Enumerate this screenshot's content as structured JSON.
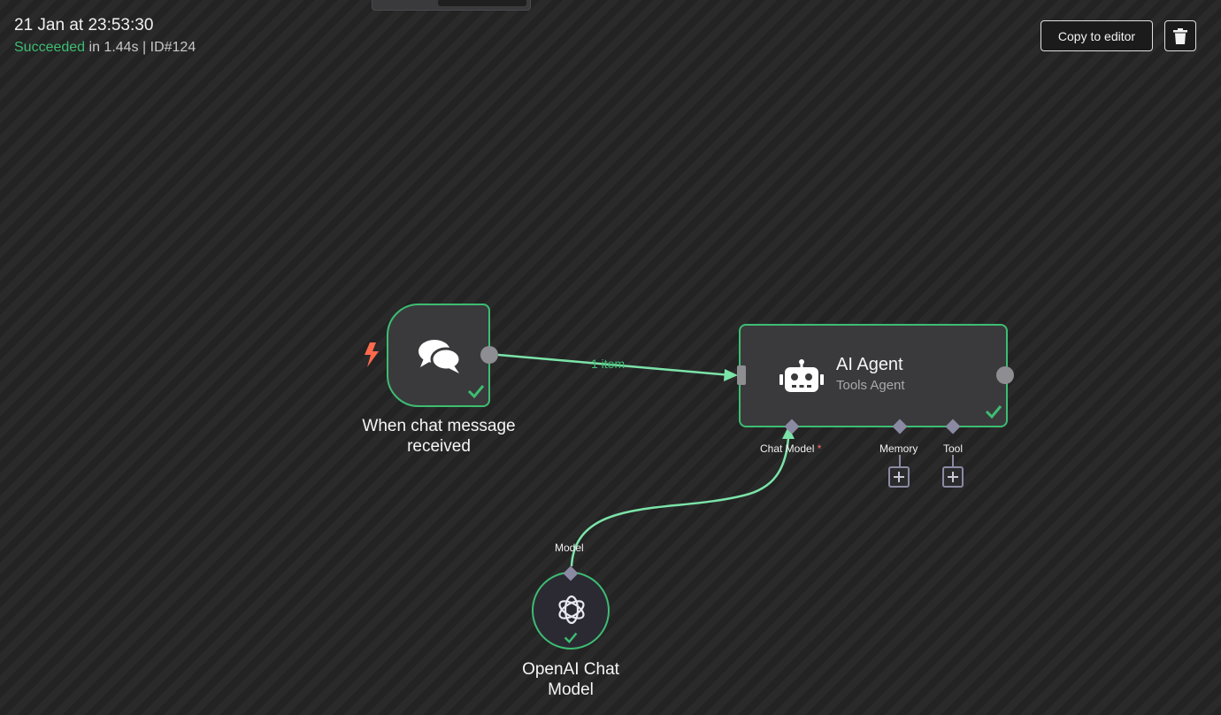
{
  "execution": {
    "date": "21 Jan at 23:53:30",
    "status": "Succeeded",
    "duration": "in 1.44s",
    "separator": "|",
    "id": "ID#124"
  },
  "toolbar": {
    "copy_label": "Copy to editor",
    "delete_icon": "trash-icon"
  },
  "nodes": {
    "trigger": {
      "label_line1": "When chat message",
      "label_line2": "received",
      "icon": "chat-bubbles-icon",
      "status_icon": "check-icon"
    },
    "agent": {
      "title": "AI Agent",
      "subtitle": "Tools Agent",
      "icon": "robot-icon",
      "status_icon": "check-icon",
      "connections": {
        "chat_model": "Chat Model",
        "required_mark": "*",
        "memory": "Memory",
        "tool": "Tool"
      }
    },
    "openai": {
      "label_line1": "OpenAI Chat",
      "label_line2": "Model",
      "icon": "openai-icon",
      "status_icon": "check-icon",
      "output_label": "Model"
    }
  },
  "edges": {
    "main_label": "1 item"
  },
  "colors": {
    "success": "#3dbd72",
    "edge": "#7be3a8",
    "trigger_bolt": "#ff6a4d",
    "port": "#8e8e92",
    "sub_port": "#8b8aa3"
  }
}
